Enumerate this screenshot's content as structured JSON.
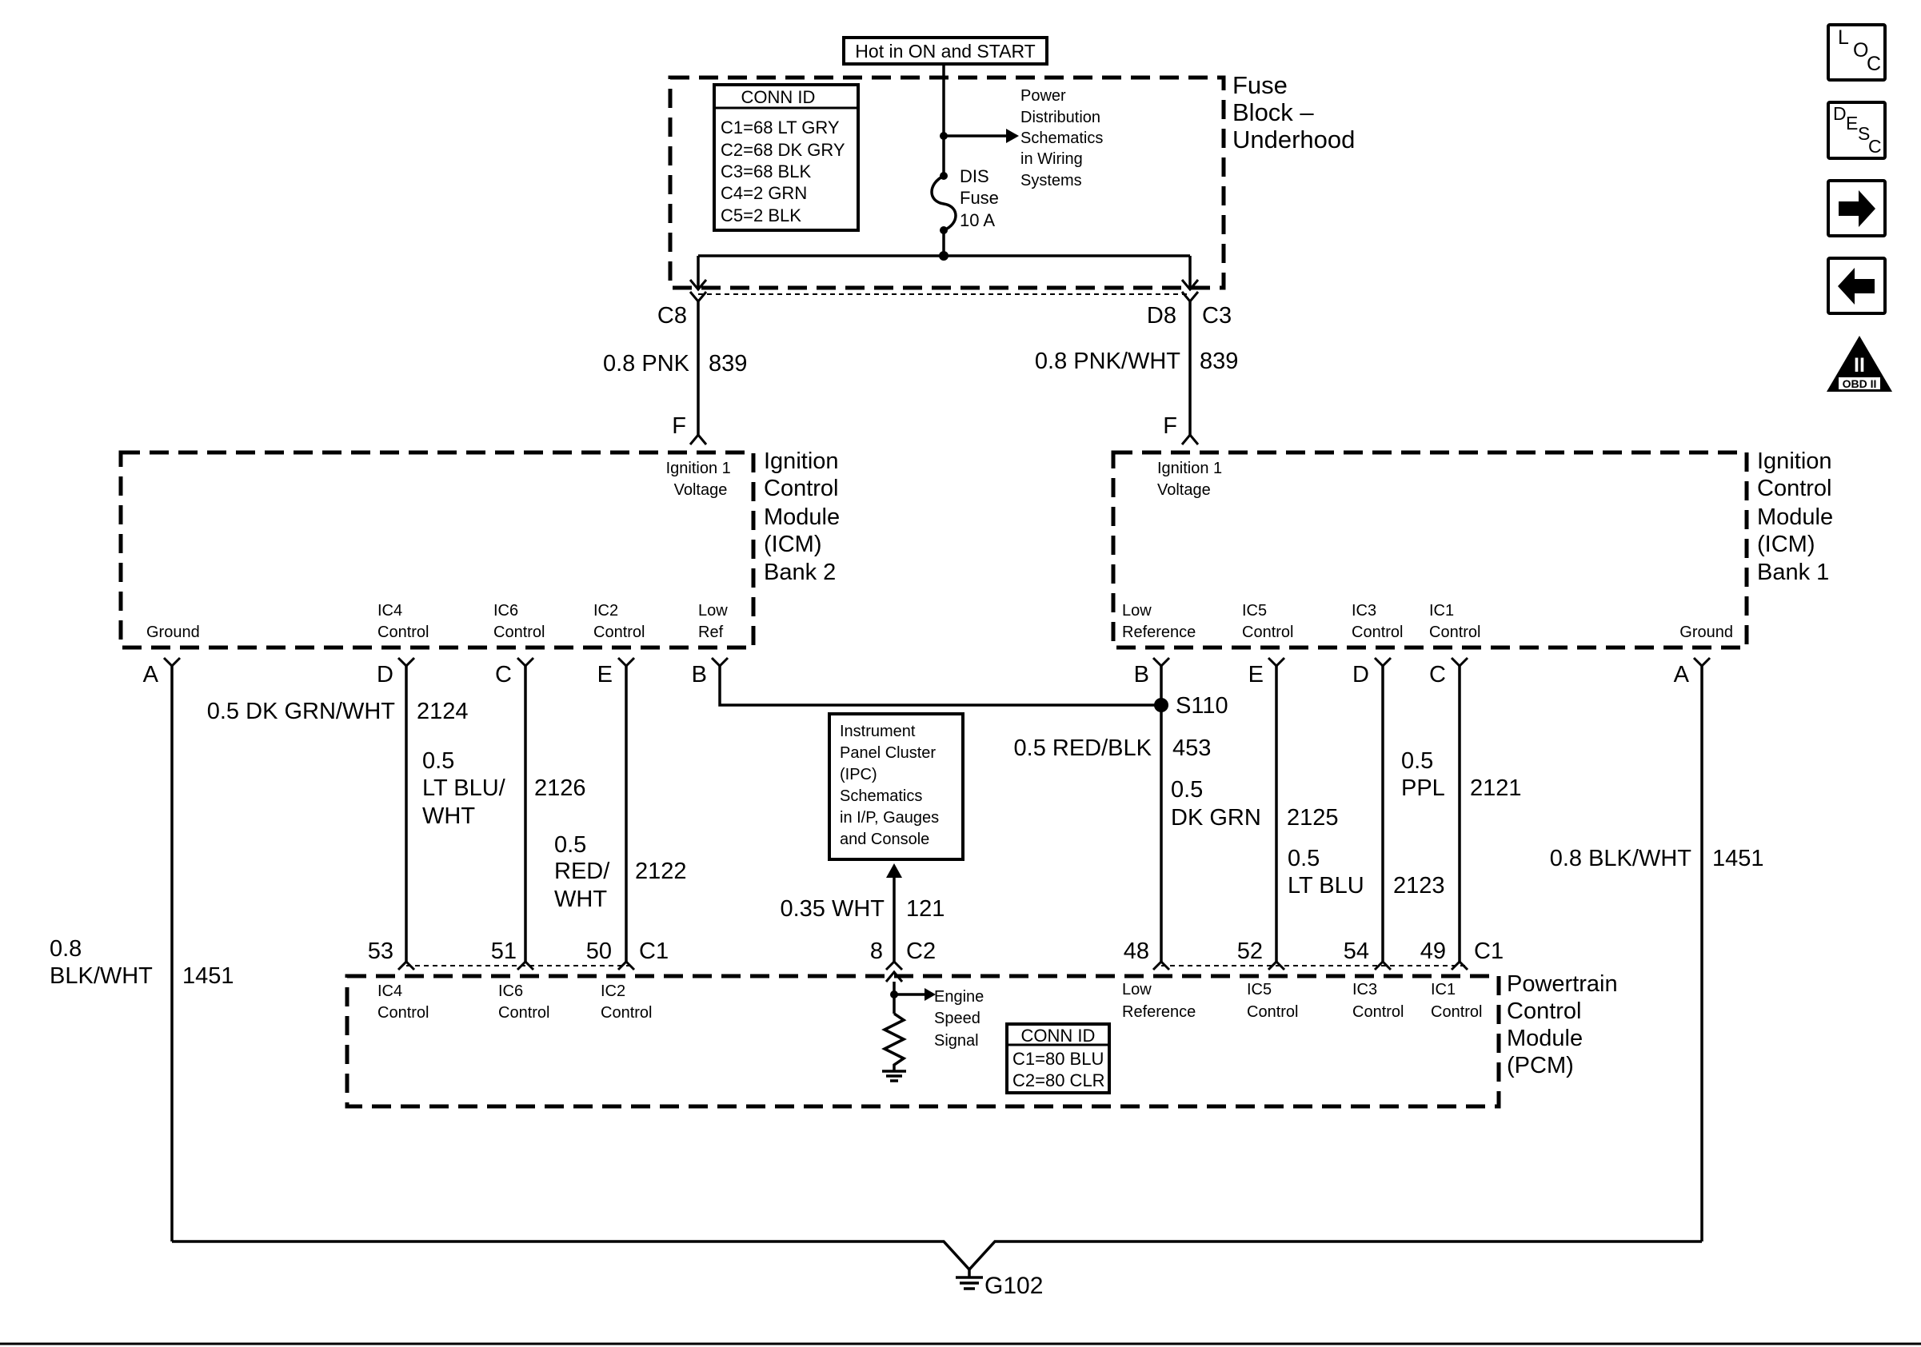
{
  "hot_label": "Hot in ON and START",
  "fuse_block": {
    "title": [
      "Fuse",
      "Block –",
      "Underhood"
    ],
    "conn_id": {
      "header": "CONN ID",
      "rows": [
        "C1=68 LT GRY",
        "C2=68 DK GRY",
        "C3=68 BLK",
        "C4=2 GRN",
        "C5=2 BLK"
      ]
    },
    "fuse": [
      "DIS",
      "Fuse",
      "10 A"
    ],
    "power_ref": [
      "Power",
      "Distribution",
      "Schematics",
      "in Wiring",
      "Systems"
    ],
    "pin_left": "C8",
    "pin_right_a": "D8",
    "pin_right_b": "C3"
  },
  "feed_wires": {
    "left": {
      "gauge_color": "0.8 PNK",
      "circuit": "839",
      "pin": "F"
    },
    "right": {
      "gauge_color": "0.8 PNK/WHT",
      "circuit": "839",
      "pin": "F"
    }
  },
  "icm_bank2": {
    "title": [
      "Ignition",
      "Control",
      "Module",
      "(ICM)",
      "Bank 2"
    ],
    "ign_voltage": [
      "Ignition 1",
      "Voltage"
    ],
    "ground": "Ground",
    "terminals": [
      {
        "label": [
          "IC4",
          "Control"
        ],
        "pin": "D"
      },
      {
        "label": [
          "IC6",
          "Control"
        ],
        "pin": "C"
      },
      {
        "label": [
          "IC2",
          "Control"
        ],
        "pin": "E"
      },
      {
        "label": [
          "Low",
          "Ref"
        ],
        "pin": "B"
      }
    ],
    "ground_pin": "A"
  },
  "icm_bank1": {
    "title": [
      "Ignition",
      "Control",
      "Module",
      "(ICM)",
      "Bank 1"
    ],
    "ign_voltage": [
      "Ignition 1",
      "Voltage"
    ],
    "ground": "Ground",
    "terminals": [
      {
        "label": [
          "Low",
          "Reference"
        ],
        "pin": "B"
      },
      {
        "label": [
          "IC5",
          "Control"
        ],
        "pin": "E"
      },
      {
        "label": [
          "IC3",
          "Control"
        ],
        "pin": "D"
      },
      {
        "label": [
          "IC1",
          "Control"
        ],
        "pin": "C"
      }
    ],
    "ground_pin": "A"
  },
  "wires": {
    "w2124": [
      "0.5 DK GRN/WHT",
      "2124"
    ],
    "w2126": [
      "0.5",
      "LT BLU/",
      "WHT",
      "2126"
    ],
    "w2122": [
      "0.5",
      "RED/",
      "WHT",
      "2122"
    ],
    "w453": [
      "0.5 RED/BLK",
      "453"
    ],
    "w2125": [
      "0.5",
      "DK GRN",
      "2125"
    ],
    "w2123": [
      "0.5",
      "LT BLU",
      "2123"
    ],
    "w2121": [
      "0.5",
      "PPL",
      "2121"
    ],
    "w1451_right": [
      "0.8 BLK/WHT",
      "1451"
    ],
    "w1451_left": [
      "0.8",
      "BLK/WHT",
      "1451"
    ],
    "w121": [
      "0.35 WHT",
      "121"
    ]
  },
  "splice": "S110",
  "ipc": [
    "Instrument",
    "Panel Cluster",
    "(IPC)",
    "Schematics",
    "in I/P, Gauges",
    "and Console"
  ],
  "pcm": {
    "title": [
      "Powertrain",
      "Control",
      "Module",
      "(PCM)"
    ],
    "pins_left": [
      "53",
      "51",
      "50",
      "C1"
    ],
    "pins_mid": [
      "8",
      "C2"
    ],
    "pins_right": [
      "48",
      "52",
      "54",
      "49",
      "C1"
    ],
    "labels": {
      "ic4": [
        "IC4",
        "Control"
      ],
      "ic6": [
        "IC6",
        "Control"
      ],
      "ic2": [
        "IC2",
        "Control"
      ],
      "low_ref": [
        "Low",
        "Reference"
      ],
      "ic5": [
        "IC5",
        "Control"
      ],
      "ic3": [
        "IC3",
        "Control"
      ],
      "ic1": [
        "IC1",
        "Control"
      ]
    },
    "engine_speed": [
      "Engine",
      "Speed",
      "Signal"
    ],
    "conn_id": {
      "header": "CONN ID",
      "rows": [
        "C1=80 BLU",
        "C2=80 CLR"
      ]
    }
  },
  "ground": "G102",
  "nav": {
    "loc": [
      "L",
      "O",
      "C"
    ],
    "desc": [
      "D",
      "E",
      "S",
      "C"
    ],
    "next_icon": "arrow-right-icon",
    "prev_icon": "arrow-left-icon",
    "obd": [
      "II",
      "OBD II"
    ]
  }
}
